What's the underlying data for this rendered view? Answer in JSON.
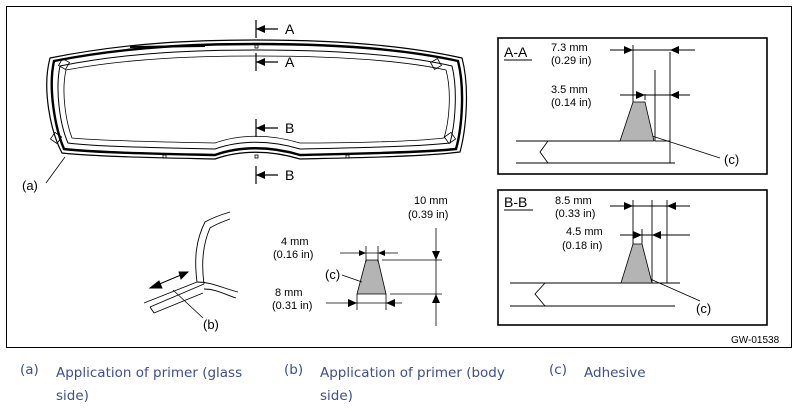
{
  "figure": {
    "section_a_label": "A",
    "section_b_label": "B",
    "callout_a": "(a)",
    "callout_b": "(b)",
    "callout_c": "(c)",
    "profile": {
      "width_top_mm": "4 mm",
      "width_top_in": "(0.16 in)",
      "height_mm": "10 mm",
      "height_in": "(0.39 in)",
      "width_base_mm": "8 mm",
      "width_base_in": "(0.31 in)"
    },
    "section_aa": {
      "title": "A-A",
      "dim1_mm": "7.3 mm",
      "dim1_in": "(0.29 in)",
      "dim2_mm": "3.5 mm",
      "dim2_in": "(0.14 in)"
    },
    "section_bb": {
      "title": "B-B",
      "dim1_mm": "8.5 mm",
      "dim1_in": "(0.33 in)",
      "dim2_mm": "4.5 mm",
      "dim2_in": "(0.18 in)"
    },
    "figure_id": "GW-01538"
  },
  "legend": [
    {
      "letter": "(a)",
      "text": "Application of primer (glass side)"
    },
    {
      "letter": "(b)",
      "text": "Application of primer (body side)"
    },
    {
      "letter": "(c)",
      "text": "Adhesive"
    }
  ]
}
